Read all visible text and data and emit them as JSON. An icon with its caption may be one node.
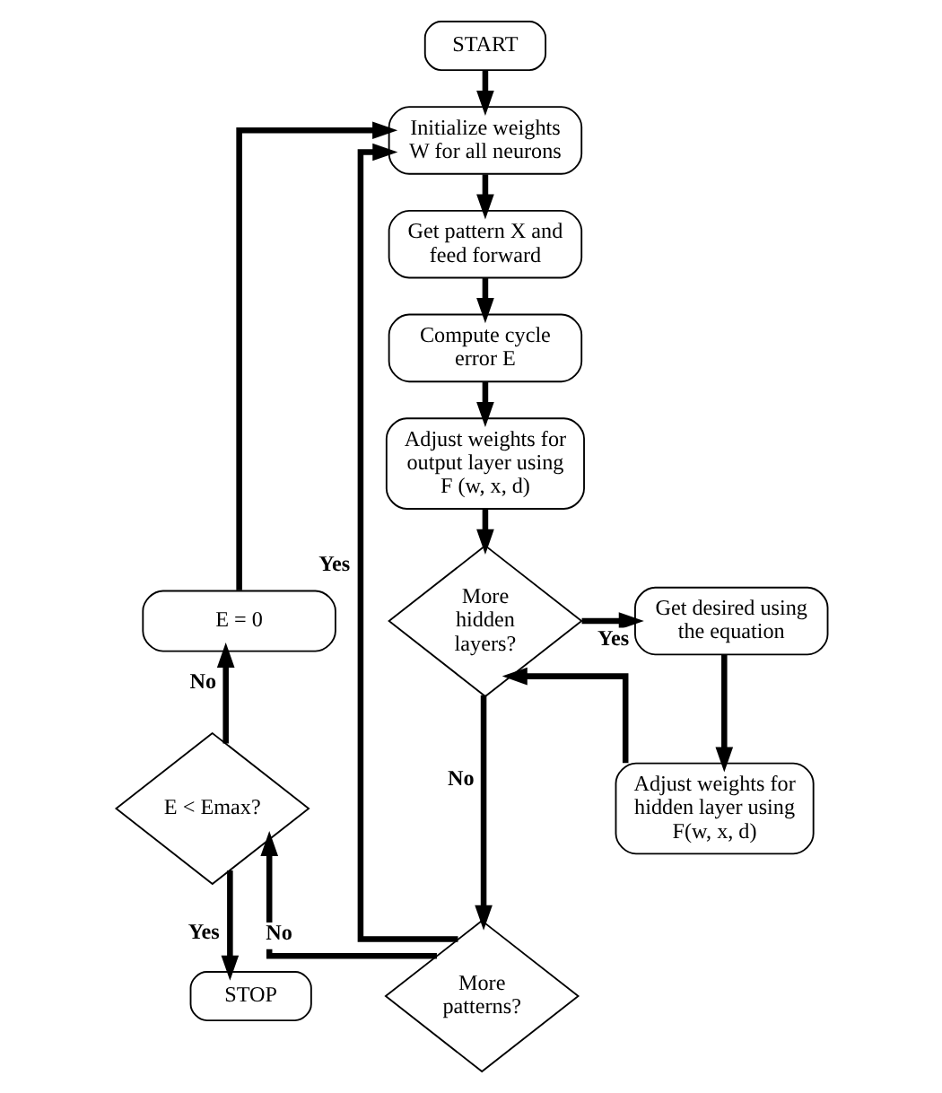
{
  "diagram": {
    "nodes": [
      {
        "text": [
          "START"
        ]
      },
      {
        "text": [
          "Initialize weights W for all neurons"
        ]
      },
      {
        "text": [
          "Get pattern X and feed forward"
        ]
      },
      {
        "text": [
          "Compute cycle error E"
        ]
      },
      {
        "text": [
          "Adjust weights for output layer using F (w, x, d)"
        ]
      },
      {
        "text": [
          "More hidden layers?"
        ]
      },
      {
        "text": [
          "Get desired using the equation"
        ]
      },
      {
        "text": [
          "Adjust weights for hidden layer using F(w, x, d)"
        ]
      },
      {
        "text": [
          "More patterns?"
        ]
      },
      {
        "text": [
          "E < Emax?"
        ]
      },
      {
        "text": [
          "E = 0"
        ]
      },
      {
        "text": [
          "STOP"
        ]
      }
    ],
    "edges": [
      {
        "from": 0,
        "to": 1,
        "arrow": "to"
      },
      {
        "from": 1,
        "to": 2,
        "arrow": "to"
      },
      {
        "from": 2,
        "to": 3,
        "arrow": "to"
      },
      {
        "from": 3,
        "to": 4,
        "arrow": "to"
      },
      {
        "from": 4,
        "to": 5,
        "arrow": "to"
      },
      {
        "from": 5,
        "to": 6,
        "label": "Yes",
        "arrow": "to"
      },
      {
        "from": 6,
        "to": 7,
        "arrow": "to"
      },
      {
        "from": 7,
        "to": 5,
        "arrow": "to"
      },
      {
        "from": 5,
        "to": 8,
        "label": "No",
        "arrow": "to"
      },
      {
        "from": 8,
        "to": 9,
        "label": "No",
        "arrow": "to"
      },
      {
        "from": 8,
        "to": 1,
        "label": "Yes",
        "arrow": "to"
      },
      {
        "from": 9,
        "to": 11,
        "label": "Yes",
        "arrow": "to"
      },
      {
        "from": 9,
        "to": 10,
        "label": "No",
        "arrow": "to"
      },
      {
        "from": 10,
        "to": 1,
        "arrow": "to"
      }
    ]
  }
}
